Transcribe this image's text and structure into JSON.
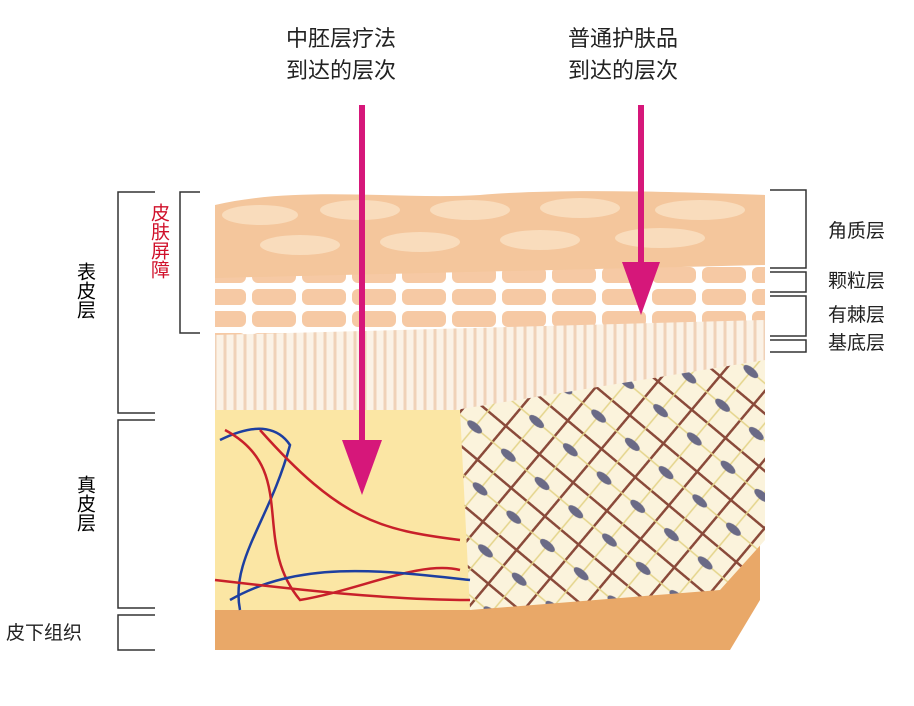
{
  "top_labels": [
    {
      "line1": "中胚层疗法",
      "line2": "到达的层次"
    },
    {
      "line1": "普通护肤品",
      "line2": "到达的层次"
    }
  ],
  "left_labels": {
    "barrier": "皮肤屏障",
    "epidermis": "表皮层",
    "dermis": "真皮层",
    "subcutaneous": "皮下组织"
  },
  "right_labels": [
    "角质层",
    "颗粒层",
    "有棘层",
    "基底层"
  ],
  "colors": {
    "arrow": "#d6177a",
    "barrier": "#d0102a"
  }
}
